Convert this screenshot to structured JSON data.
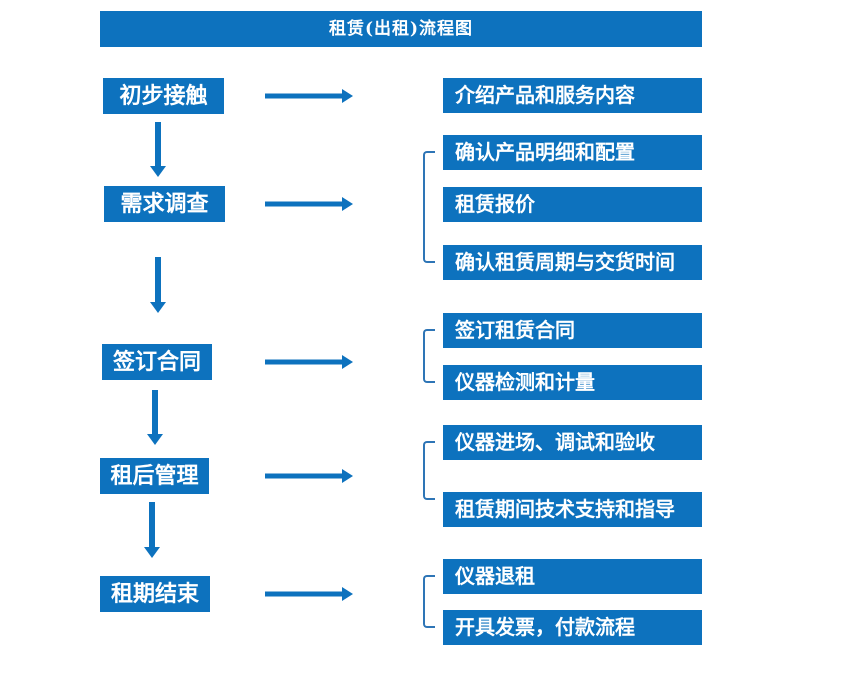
{
  "title": "租赁(出租)流程图",
  "colors": {
    "primary_blue": "#0d72be",
    "bracket_blue": "#2e75b6",
    "text_white": "#ffffff",
    "background": "#ffffff"
  },
  "flow": {
    "steps": [
      {
        "label": "初步接触",
        "outputs": [
          "介绍产品和服务内容"
        ]
      },
      {
        "label": "需求调查",
        "outputs": [
          "确认产品明细和配置",
          "租赁报价",
          "确认租赁周期与交货时间"
        ]
      },
      {
        "label": "签订合同",
        "outputs": [
          "签订租赁合同",
          "仪器检测和计量"
        ]
      },
      {
        "label": "租后管理",
        "outputs": [
          "仪器进场、调试和验收",
          "租赁期间技术支持和指导"
        ]
      },
      {
        "label": "租期结束",
        "outputs": [
          "仪器退租",
          "开具发票，付款流程"
        ]
      }
    ]
  }
}
